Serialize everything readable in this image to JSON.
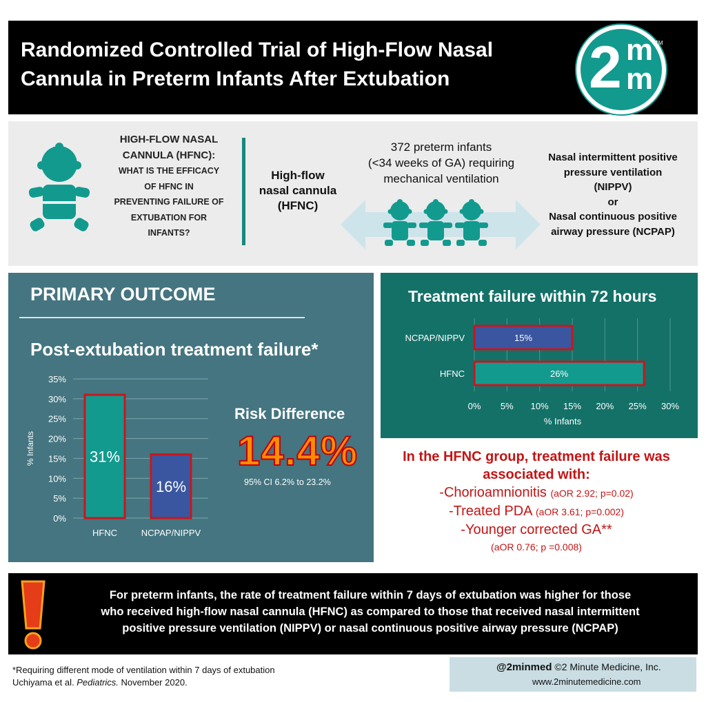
{
  "header": {
    "title_line1": "Randomized Controlled Trial of High-Flow Nasal",
    "title_line2": "Cannula in Preterm Infants After Extubation",
    "logo_two": "2",
    "logo_m1": "m",
    "logo_m2": "m",
    "logo_tm": "TM"
  },
  "study": {
    "question_line1": "HIGH-FLOW NASAL",
    "question_line2": "CANNULA (HFNC):",
    "question_line3": "WHAT IS THE EFFICACY",
    "question_line4": "OF HFNC IN",
    "question_line5": "PREVENTING FAILURE OF",
    "question_line6": "EXTUBATION FOR",
    "question_line7": "INFANTS?",
    "hfnc_label_line1": "High-flow",
    "hfnc_label_line2": "nasal cannula",
    "hfnc_label_line3": "(HFNC)",
    "population_line1": "372 preterm infants",
    "population_line2": "(<34 weeks of GA) requiring",
    "population_line3": "mechanical ventilation",
    "comparator_line1": "Nasal intermittent positive",
    "comparator_line2": "pressure ventilation",
    "comparator_line3": "(NIPPV)",
    "comparator_line4": "or",
    "comparator_line5": "Nasal continuous positive",
    "comparator_line6": "airway pressure (NCPAP)"
  },
  "primary": {
    "heading": "PRIMARY OUTCOME",
    "subheading": "Post-extubation treatment failure*",
    "risk_label": "Risk Difference",
    "risk_value": "14.4%",
    "risk_ci": "95% CI 6.2% to 23.2%"
  },
  "treatment": {
    "title": "Treatment failure within 72 hours"
  },
  "associations": {
    "heading_line1": "In the HFNC group, treatment failure was",
    "heading_line2": "associated with:",
    "item1": "-Chorioamnionitis",
    "item1_stat": "(aOR 2.92; p=0.02)",
    "item2": "-Treated PDA",
    "item2_stat": "(aOR 3.61; p=0.002)",
    "item3": "-Younger corrected GA**",
    "item3_stat": "(aOR 0.76; p =0.008)"
  },
  "conclusion": {
    "line1": "For preterm infants, the rate of treatment failure within 7 days of extubation was higher for those",
    "line2": "who received high-flow nasal cannula (HFNC) as compared to those that received nasal intermittent",
    "line3": "positive pressure ventilation (NIPPV) or nasal continuous positive airway pressure (NCPAP)"
  },
  "footer": {
    "note": "*Requiring different mode of ventilation within 7 days of extubation",
    "citation_authors": "Uchiyama et al.",
    "citation_journal": "Pediatrics.",
    "citation_date": "November 2020.",
    "handle": "@2minmed",
    "copyright": "©2 Minute Medicine, Inc.",
    "website": "www.2minutemedicine.com"
  },
  "colors": {
    "teal": "#139a8e",
    "navy": "#3a56a0",
    "outline_red": "#c8161d",
    "slate": "#447580",
    "dark_teal": "#147168",
    "red_text": "#c41414",
    "orange": "#ff8c00"
  },
  "chart_data": [
    {
      "type": "bar",
      "categories": [
        "HFNC",
        "NCPAP/NIPPV"
      ],
      "values": [
        31,
        16
      ],
      "value_labels": [
        "31%",
        "16%"
      ],
      "title": "Post-extubation treatment failure*",
      "xlabel": "",
      "ylabel": "% Infants",
      "ylim": [
        0,
        35
      ],
      "yticks": [
        "0%",
        "5%",
        "10%",
        "15%",
        "20%",
        "25%",
        "30%",
        "35%"
      ],
      "grid": true,
      "orientation": "vertical"
    },
    {
      "type": "bar",
      "categories": [
        "NCPAP/NIPPV",
        "HFNC"
      ],
      "values": [
        15,
        26
      ],
      "value_labels": [
        "15%",
        "26%"
      ],
      "title": "Treatment failure within 72 hours",
      "xlabel": "% Infants",
      "ylabel": "",
      "xlim": [
        0,
        30
      ],
      "xticks": [
        "0%",
        "5%",
        "10%",
        "15%",
        "20%",
        "25%",
        "30%"
      ],
      "grid": true,
      "orientation": "horizontal"
    }
  ]
}
